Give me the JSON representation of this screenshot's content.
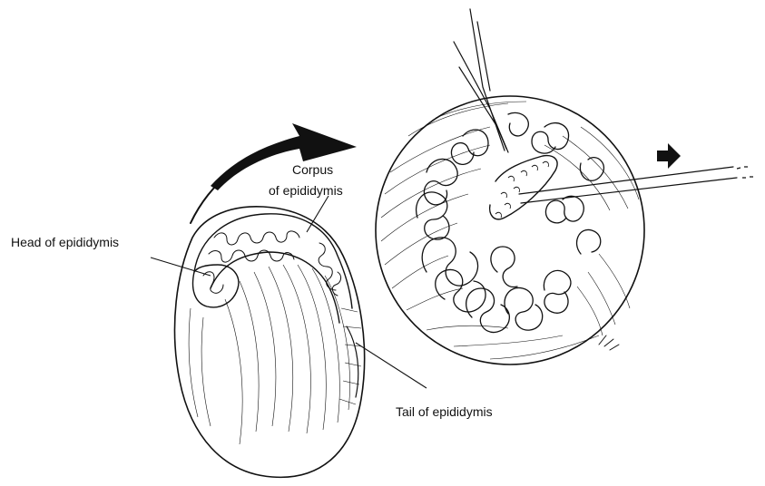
{
  "labels": {
    "corpus_line1": "Corpus",
    "corpus_line2": "of epididymis",
    "head": "Head of epididymis",
    "tail": "Tail of epididymis"
  },
  "ink_color": "#111111"
}
